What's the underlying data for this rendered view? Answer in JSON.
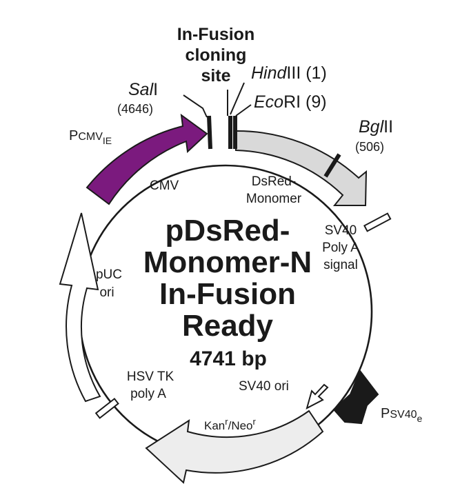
{
  "plasmid": {
    "title_lines": [
      "pDsRed-",
      "Monomer-N",
      "In-Fusion",
      "Ready"
    ],
    "size_label": "4741 bp"
  },
  "cloning_site": {
    "lines": [
      "In-Fusion",
      "cloning",
      "site"
    ]
  },
  "sites": {
    "sali": {
      "italic": "Sal",
      "roman": "I",
      "position": "(4646)"
    },
    "hindiii": {
      "italic": "Hind",
      "roman": "III",
      "position": "(1)"
    },
    "ecori": {
      "italic": "Eco",
      "roman": "RI",
      "position": "(9)"
    },
    "bglii": {
      "italic": "Bgl",
      "roman": "II",
      "position": "(506)"
    }
  },
  "features": {
    "pcmv": {
      "main": "P",
      "small": "CMV",
      "sub": "IE"
    },
    "cmv": {
      "label": "CMV",
      "color": "#7b1a7e"
    },
    "dsred": {
      "lines": [
        "DsRed-",
        "Monomer"
      ],
      "color": "#d9d9d9"
    },
    "sv40_polya": {
      "lines": [
        "SV40",
        "Poly A",
        "signal"
      ]
    },
    "psv40": {
      "main": "P",
      "small": "SV40",
      "sub": "e",
      "color": "#1a1a1a"
    },
    "sv40_ori": {
      "label": "SV40 ori"
    },
    "kan_neo": {
      "a": "Kan",
      "a_sup": "r",
      "sep": "/Neo",
      "b_sup": "r",
      "color": "#ededed"
    },
    "hsv_tk": {
      "lines": [
        "HSV TK",
        "poly A"
      ]
    },
    "puc_ori": {
      "lines": [
        "pUC",
        "ori"
      ],
      "color": "#ffffff"
    }
  }
}
